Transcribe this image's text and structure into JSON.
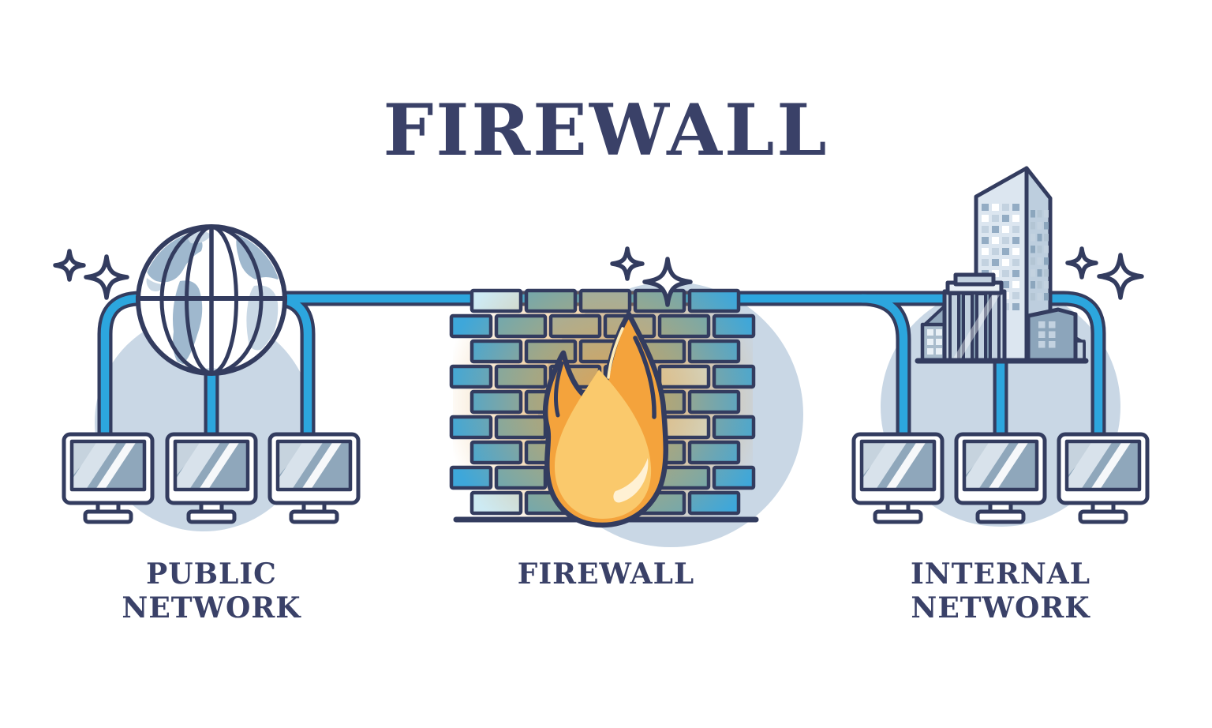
{
  "title": "FIREWALL",
  "sections": [
    {
      "name": "public-network",
      "label": "PUBLIC NETWORK"
    },
    {
      "name": "firewall",
      "label": "FIREWALL"
    },
    {
      "name": "internal-network",
      "label": "INTERNAL NETWORK"
    }
  ],
  "icons": [
    "globe-icon",
    "monitor-icon",
    "brick-wall-icon",
    "flame-icon",
    "buildings-icon",
    "sparkle-icon",
    "network-pipe"
  ],
  "colors": {
    "outline_navy": "#333C5F",
    "pipe_blue": "#2CA6DE",
    "blob_blue": "#C9D7E5",
    "screen_base": "#8FA7BB",
    "screen_light": "#D8E2EB",
    "screen_corner": "#C6D3DE",
    "text_navy": "#3A4168",
    "flame_orange": "#F4A33C",
    "flame_inner": "#FAC96C",
    "flame_highlight": "#FFF1D4",
    "flame_accent": "#FFECB8",
    "brick_blue": "#3EA7DA",
    "brick_teal": "#5EA9BE",
    "brick_muted": "#86B3BE",
    "brick_light": "#CDEAF3",
    "continent_mid": "#9FB8CE",
    "continent_light": "#C9D8E5",
    "tower_light": "#DCE6F0",
    "tower_shade": "#BDCEDE",
    "building_light": "#C9D6E3",
    "building_pale": "#C2D1DF",
    "building_dark": "#7E96AC",
    "building_steel": "#8CA5BB",
    "building_slope": "#93A9BE",
    "building_small": "#A9BCCC",
    "window_mid": "#93ACC4",
    "window_pale": "#C3D2E0",
    "window_deep": "#8CA6BD",
    "window_dim": "#B3C5D4",
    "window_light": "#E9F0F6",
    "white": "#FFFFFF"
  }
}
